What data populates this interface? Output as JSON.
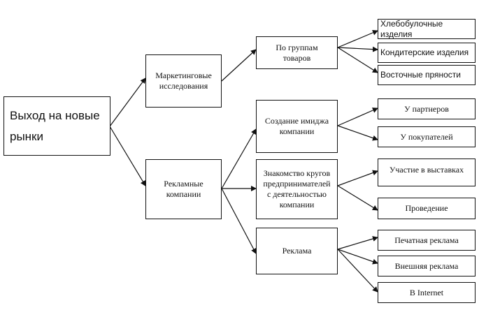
{
  "root": {
    "label": "Выход на новые рынки",
    "lines": [
      "Выход на новые",
      "рынки"
    ]
  },
  "level1": [
    {
      "id": "marketing",
      "lines": [
        "Маркетинговые",
        "исследования"
      ]
    },
    {
      "id": "ads-campaigns",
      "lines": [
        "Рекламные",
        "компании"
      ]
    }
  ],
  "level2": [
    {
      "id": "by-groups",
      "parent": "marketing",
      "lines": [
        "По группам",
        "товаров"
      ]
    },
    {
      "id": "image",
      "parent": "ads-campaigns",
      "lines": [
        "Создание имиджа",
        "компании"
      ]
    },
    {
      "id": "acquaint",
      "parent": "ads-campaigns",
      "lines": [
        "Знакомство кругов",
        "предпринимателей",
        "с деятельностью",
        "компании"
      ]
    },
    {
      "id": "advertising",
      "parent": "ads-campaigns",
      "lines": [
        "Реклама"
      ]
    }
  ],
  "level3": [
    {
      "parent": "by-groups",
      "label": "Хлебобулочные изделия"
    },
    {
      "parent": "by-groups",
      "label": "Кондитерские изделия"
    },
    {
      "parent": "by-groups",
      "label": "Восточные пряности"
    },
    {
      "parent": "image",
      "label": "У партнеров"
    },
    {
      "parent": "image",
      "label": "У покупателей"
    },
    {
      "parent": "acquaint",
      "label": "Участие в выставках"
    },
    {
      "parent": "acquaint",
      "label": "Проведение"
    },
    {
      "parent": "advertising",
      "label": "Печатная реклама"
    },
    {
      "parent": "advertising",
      "label": "Внешняя реклама"
    },
    {
      "parent": "advertising",
      "label": "В Internet"
    }
  ]
}
